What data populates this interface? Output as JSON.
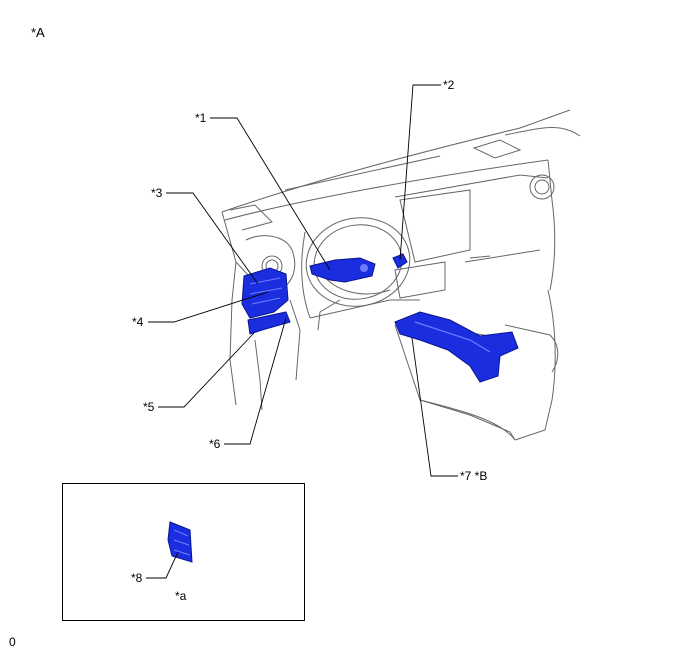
{
  "view_label": "*A",
  "callouts": [
    {
      "id": "c1",
      "text": "*1"
    },
    {
      "id": "c2",
      "text": "*2"
    },
    {
      "id": "c3",
      "text": "*3"
    },
    {
      "id": "c4",
      "text": "*4"
    },
    {
      "id": "c5",
      "text": "*5"
    },
    {
      "id": "c6",
      "text": "*6"
    },
    {
      "id": "c7",
      "text": "*7 *B"
    },
    {
      "id": "c8",
      "text": "*8"
    }
  ],
  "inset_label": "*a",
  "footer_code": "0",
  "colors": {
    "part_fill": "#1a2ee0",
    "part_dark": "#0a1590",
    "line": "#555555"
  }
}
